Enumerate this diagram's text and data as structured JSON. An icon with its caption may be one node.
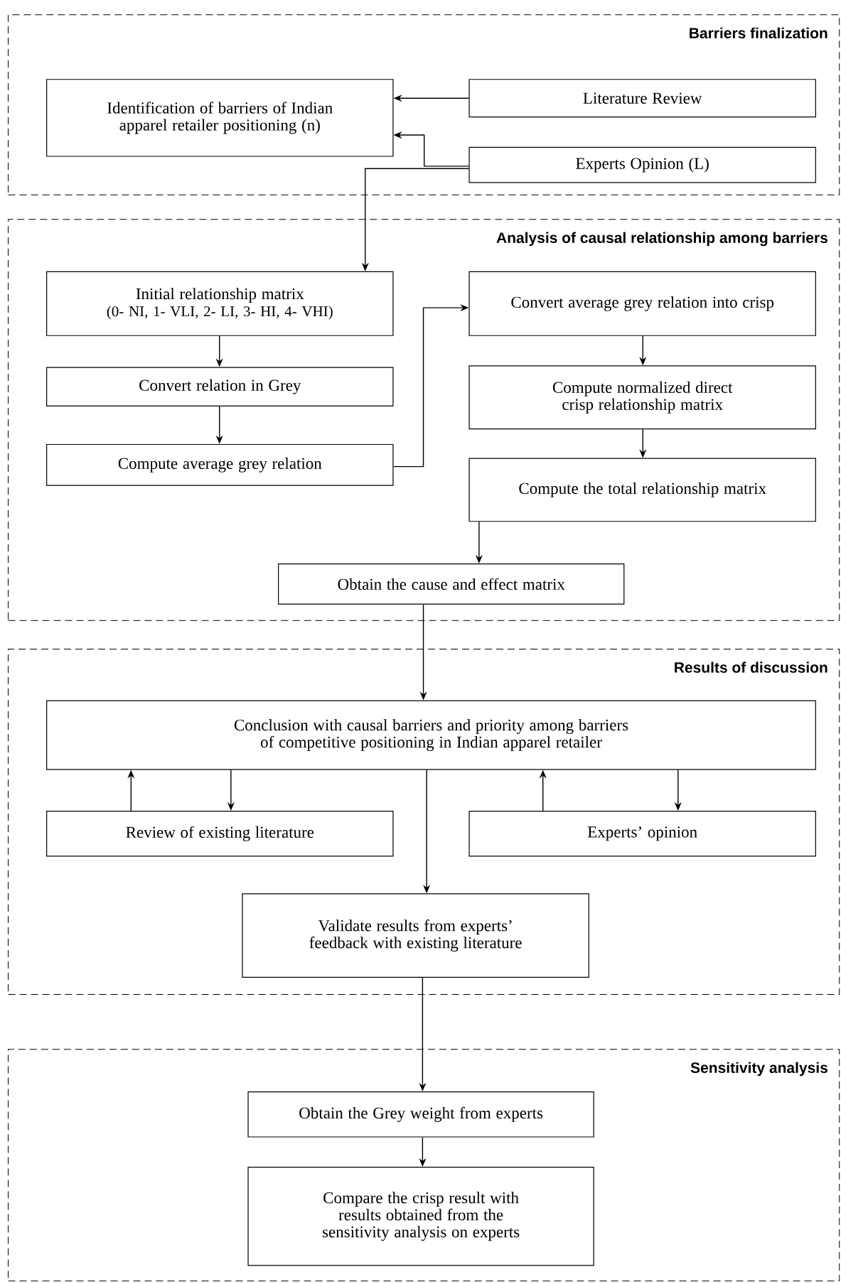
{
  "diagram": {
    "nodes": [
      {
        "text": [
          "Barriers finalization"
        ]
      },
      {
        "text": [
          "Identification of barriers of Indian apparel retailer positioning (n)"
        ],
        "in": 0
      },
      {
        "text": [
          "Literature Review"
        ],
        "in": 0
      },
      {
        "text": [
          "Experts Opinion (L)"
        ],
        "in": 0
      },
      {
        "text": [
          "Analysis of causal relationship among barriers"
        ]
      },
      {
        "text": [
          "Initial relationship matrix",
          "(0- NI, 1- VLI, 2- LI, 3- HI, 4- VHI)"
        ],
        "in": 4
      },
      {
        "text": [
          "Convert relation in Grey"
        ],
        "in": 4
      },
      {
        "text": [
          "Compute average grey relation"
        ],
        "in": 4
      },
      {
        "text": [
          "Convert average grey relation into crisp"
        ],
        "in": 4
      },
      {
        "text": [
          "Compute normalized direct crisp relationship matrix"
        ],
        "in": 4
      },
      {
        "text": [
          "Compute the total relationship matrix"
        ],
        "in": 4
      },
      {
        "text": [
          "Obtain the cause and effect matrix"
        ],
        "in": 4
      },
      {
        "text": [
          "Results of discussion"
        ]
      },
      {
        "text": [
          "Conclusion with causal barriers and priority among barriers of competitive positioning in Indian apparel retailer"
        ],
        "in": 12
      },
      {
        "text": [
          "Review of existing literature"
        ],
        "in": 12
      },
      {
        "text": [
          "Experts’ opinion"
        ],
        "in": 12
      },
      {
        "text": [
          "Validate results from experts’ feedback with existing literature"
        ],
        "in": 12
      },
      {
        "text": [
          "Sensitivity analysis"
        ]
      },
      {
        "text": [
          "Obtain the Grey weight from experts"
        ],
        "in": 17
      },
      {
        "text": [
          "Compare the crisp result with results obtained from the sensitivity analysis on experts"
        ],
        "in": 17
      }
    ],
    "edges": [
      {
        "from": 2,
        "to": 1,
        "arrow": "to"
      },
      {
        "from": 3,
        "to": 1,
        "arrow": "to"
      },
      {
        "from": 3,
        "to": 5,
        "arrow": "to"
      },
      {
        "from": 5,
        "to": 6,
        "arrow": "to"
      },
      {
        "from": 6,
        "to": 7,
        "arrow": "to"
      },
      {
        "from": 7,
        "to": 8,
        "arrow": "to"
      },
      {
        "from": 8,
        "to": 9,
        "arrow": "to"
      },
      {
        "from": 9,
        "to": 10,
        "arrow": "to"
      },
      {
        "from": 10,
        "to": 11,
        "arrow": "to"
      },
      {
        "from": 11,
        "to": 13,
        "arrow": "to"
      },
      {
        "from": 13,
        "to": 14,
        "arrow": "to"
      },
      {
        "from": 14,
        "to": 13,
        "arrow": "to"
      },
      {
        "from": 15,
        "to": 13,
        "arrow": "to"
      },
      {
        "from": 13,
        "to": 15,
        "arrow": "to"
      },
      {
        "from": 13,
        "to": 16,
        "arrow": "to"
      },
      {
        "from": 16,
        "to": 18,
        "arrow": "to"
      },
      {
        "from": 18,
        "to": 19,
        "arrow": "to"
      }
    ]
  }
}
